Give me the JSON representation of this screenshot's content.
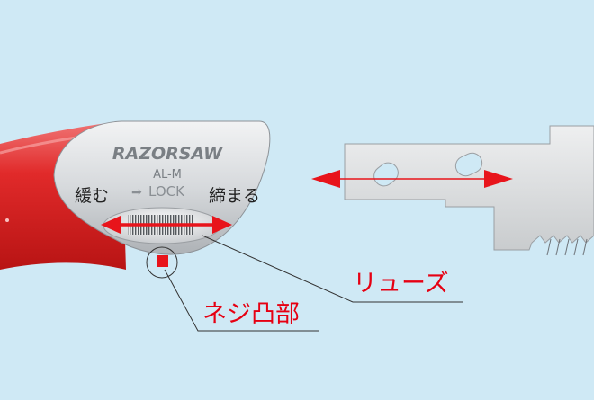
{
  "product": {
    "brand": "RAZORSAW",
    "model": "AL-M"
  },
  "labels": {
    "loosen": "緩む",
    "lock_arrow": "➡",
    "lock": "LOCK",
    "tighten": "締まる",
    "knob": "リューズ",
    "screw_boss": "ネジ凸部"
  },
  "colors": {
    "background": "#cfe9f5",
    "handle_red": "#e12a2a",
    "metal": "#d9dcdf",
    "arrow_red": "#e8141b",
    "callout_text": "#e60012"
  }
}
